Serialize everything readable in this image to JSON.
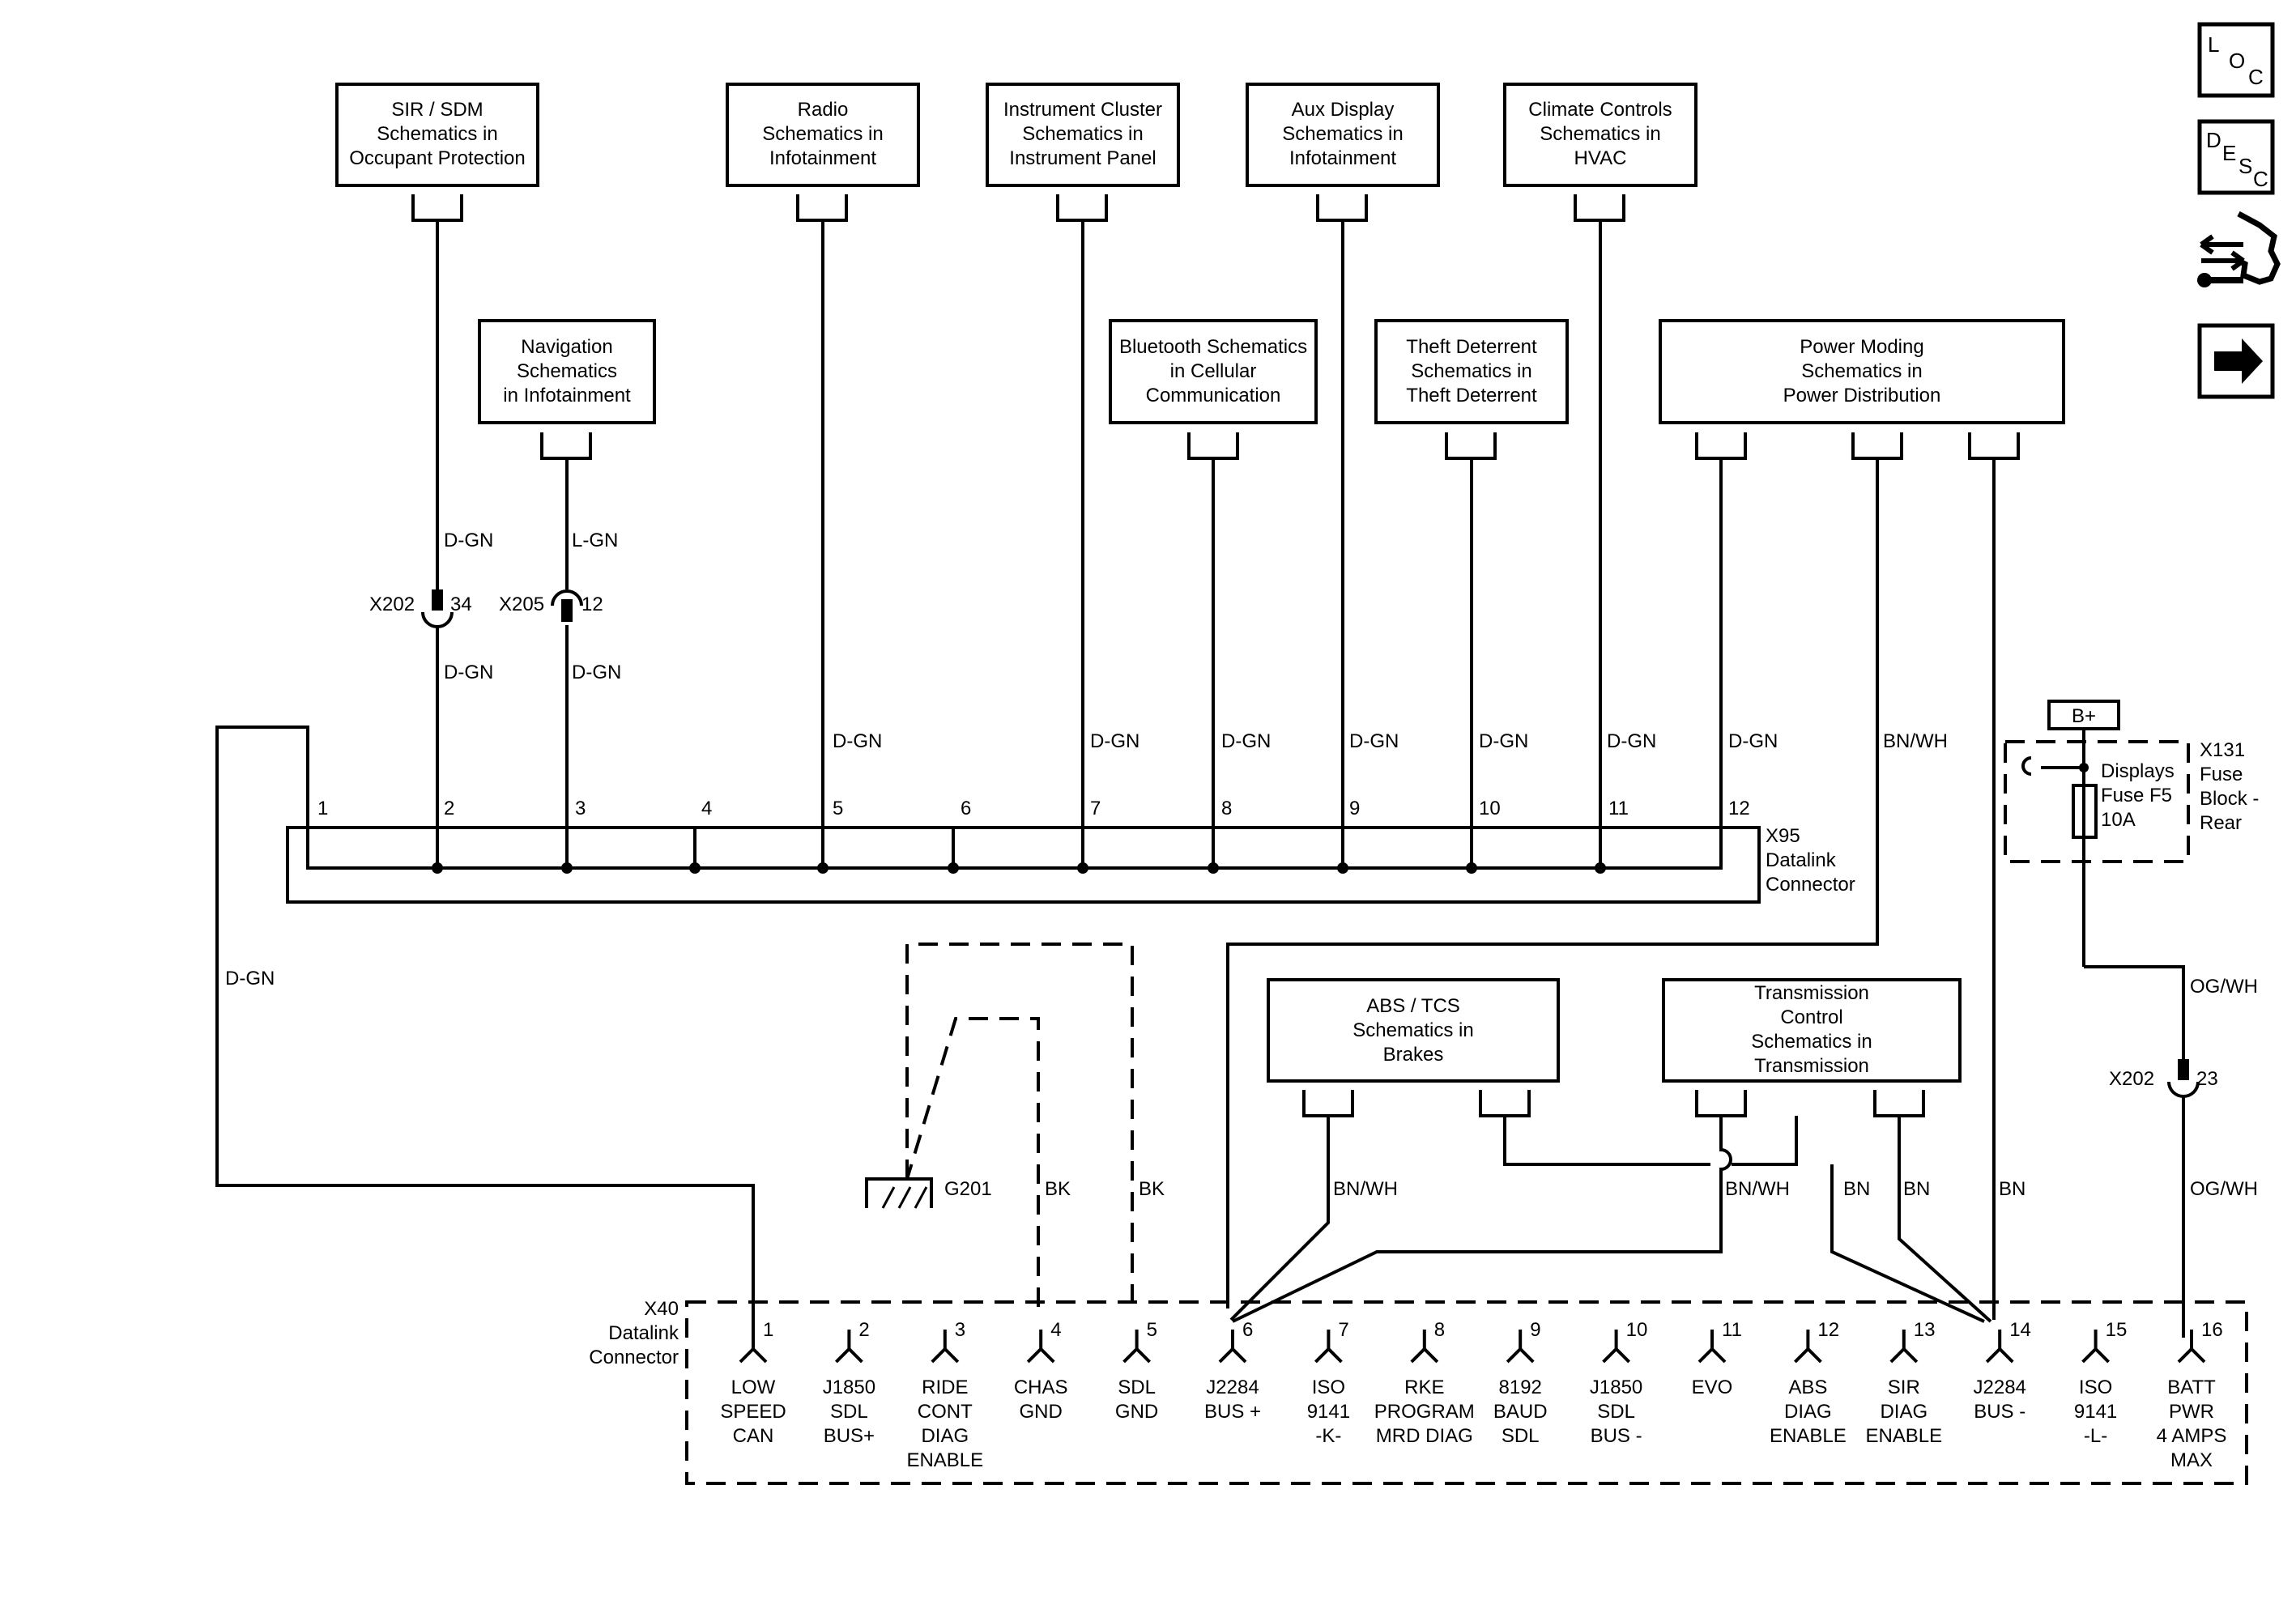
{
  "modules": {
    "sir": [
      "SIR / SDM",
      "Schematics in",
      "Occupant Protection"
    ],
    "radio": [
      "Radio",
      "Schematics in",
      "Infotainment"
    ],
    "cluster": [
      "Instrument Cluster",
      "Schematics in",
      "Instrument Panel"
    ],
    "aux": [
      "Aux Display",
      "Schematics in",
      "Infotainment"
    ],
    "climate": [
      "Climate Controls",
      "Schematics in",
      "HVAC"
    ],
    "nav": [
      "Navigation",
      "Schematics",
      "in Infotainment"
    ],
    "bt": [
      "Bluetooth Schematics",
      "in Cellular",
      "Communication"
    ],
    "theft": [
      "Theft Deterrent",
      "Schematics in",
      "Theft Deterrent"
    ],
    "power": [
      "Power Moding",
      "Schematics in",
      "Power Distribution"
    ],
    "abs": [
      "ABS / TCS",
      "Schematics in",
      "Brakes"
    ],
    "trans": [
      "Transmission",
      "Control",
      "Schematics in",
      "Transmission"
    ]
  },
  "wires": {
    "dgn": "D-GN",
    "lgn": "L-GN",
    "bnwh": "BN/WH",
    "bn": "BN",
    "bk": "BK",
    "ogwh": "OG/WH"
  },
  "inline": {
    "x202": "X202",
    "x202_pin": "34",
    "x205": "X205",
    "x205_pin": "12",
    "x202b": "X202",
    "x202b_pin": "23"
  },
  "x95": {
    "pins": [
      "1",
      "2",
      "3",
      "4",
      "5",
      "6",
      "7",
      "8",
      "9",
      "10",
      "11",
      "12"
    ],
    "label": [
      "X95",
      "Datalink",
      "Connector"
    ]
  },
  "x40": {
    "label": [
      "X40",
      "Datalink",
      "Connector"
    ],
    "pins": [
      {
        "num": "1",
        "name": [
          "LOW",
          "SPEED",
          "CAN"
        ]
      },
      {
        "num": "2",
        "name": [
          "J1850",
          "SDL",
          "BUS+"
        ]
      },
      {
        "num": "3",
        "name": [
          "RIDE",
          "CONT",
          "DIAG",
          "ENABLE"
        ]
      },
      {
        "num": "4",
        "name": [
          "CHAS",
          "GND"
        ]
      },
      {
        "num": "5",
        "name": [
          "SDL",
          "GND"
        ]
      },
      {
        "num": "6",
        "name": [
          "J2284",
          "BUS +"
        ]
      },
      {
        "num": "7",
        "name": [
          "ISO",
          "9141",
          "-K-"
        ]
      },
      {
        "num": "8",
        "name": [
          "RKE",
          "PROGRAM",
          "MRD DIAG"
        ]
      },
      {
        "num": "9",
        "name": [
          "8192",
          "BAUD",
          "SDL"
        ]
      },
      {
        "num": "10",
        "name": [
          "J1850",
          "SDL",
          "BUS -"
        ]
      },
      {
        "num": "11",
        "name": [
          "EVO"
        ]
      },
      {
        "num": "12",
        "name": [
          "ABS",
          "DIAG",
          "ENABLE"
        ]
      },
      {
        "num": "13",
        "name": [
          "SIR",
          "DIAG",
          "ENABLE"
        ]
      },
      {
        "num": "14",
        "name": [
          "J2284",
          "BUS -"
        ]
      },
      {
        "num": "15",
        "name": [
          "ISO",
          "9141",
          "-L-"
        ]
      },
      {
        "num": "16",
        "name": [
          "BATT",
          "PWR",
          "4 AMPS",
          "MAX"
        ]
      }
    ]
  },
  "fuse": {
    "bplus": "B+",
    "label": [
      "Displays",
      "Fuse F5",
      "10A"
    ],
    "block": [
      "X131",
      "Fuse",
      "Block -",
      "Rear"
    ]
  },
  "ground": "G201",
  "nav_buttons": {
    "loc": [
      "L",
      "O",
      "C"
    ],
    "desc": [
      "D",
      "E",
      "S",
      "C"
    ]
  }
}
